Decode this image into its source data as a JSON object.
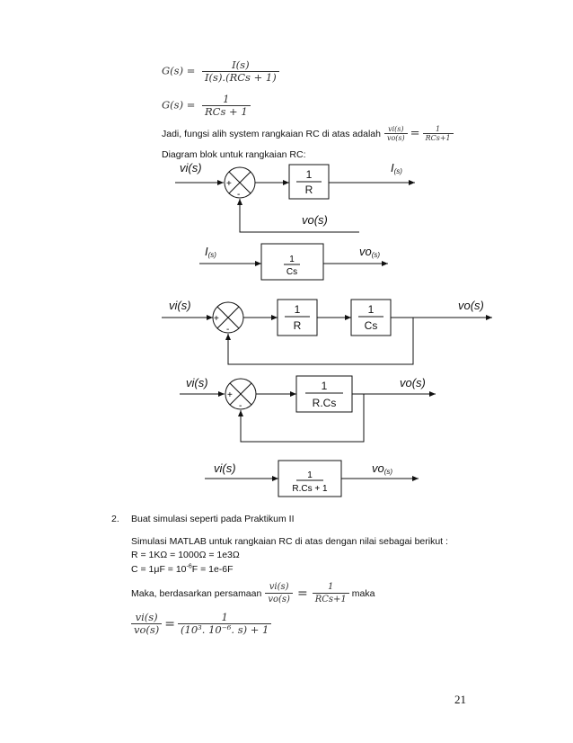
{
  "formulas": {
    "g1_lhs": "G(s) =",
    "g1_num": "I(s)",
    "g1_den": "I(s).(RCs + 1)",
    "g2_lhs": "G(s) =",
    "g2_num": "1",
    "g2_den": "RCs + 1"
  },
  "text": {
    "transfer_prefix": "Jadi, fungsi alih system rangkaian RC di atas adalah",
    "transfer_num": "vi(s)",
    "transfer_den": "vo(s)",
    "transfer_eq": "=",
    "transfer_rhs_num": "1",
    "transfer_rhs_den": "RCs+1",
    "block_intro": "Diagram blok untuk rangkaian RC:",
    "item2_number": "2.",
    "item2_text": "Buat simulasi seperti pada Praktikum II",
    "sim_intro": "Simulasi MATLAB untuk rangkaian RC di atas dengan nilai sebagai berikut :",
    "r_value": "R = 1KΩ = 1000Ω = 1e3Ω",
    "c_value_a": "C = 1μF = 10",
    "c_value_exp": "-6",
    "c_value_b": "F = 1e-6F",
    "maka_prefix": "Maka, berdasarkan persamaan",
    "maka_num": "vi(s)",
    "maka_den": "vo(s)",
    "maka_eq": "=",
    "maka_rhs_num": "1",
    "maka_rhs_den": "RCs+1",
    "maka_suffix": "maka",
    "final_num": "vi(s)",
    "final_den": "vo(s)",
    "final_eq": "=",
    "final_rhs_num": "1",
    "final_rhs_den": "(10³. 10⁻⁶. s) + 1",
    "page_number": "21"
  },
  "diagrams": {
    "d1": {
      "input": "vi(s)",
      "plus": "+",
      "minus": "-",
      "block_num": "1",
      "block_den": "R",
      "output": "I",
      "output_sub": "(s)",
      "feedback": "vo(s)"
    },
    "d2": {
      "input": "I",
      "input_sub": "(s)",
      "block_num": "1",
      "block_den": "Cs",
      "output": "vo",
      "output_sub": "(s)"
    },
    "d3": {
      "input": "vi(s)",
      "plus": "+",
      "minus": "-",
      "block1_num": "1",
      "block1_den": "R",
      "block2_num": "1",
      "block2_den": "Cs",
      "output": "vo(s)"
    },
    "d4": {
      "input": "vi(s)",
      "plus": "+",
      "minus": "-",
      "block_num": "1",
      "block_den": "R.Cs",
      "output": "vo(s)"
    },
    "d5": {
      "input": "vi(s)",
      "block_num": "1",
      "block_den": "R.Cs + 1",
      "output": "vo",
      "output_sub": "(s)"
    }
  }
}
